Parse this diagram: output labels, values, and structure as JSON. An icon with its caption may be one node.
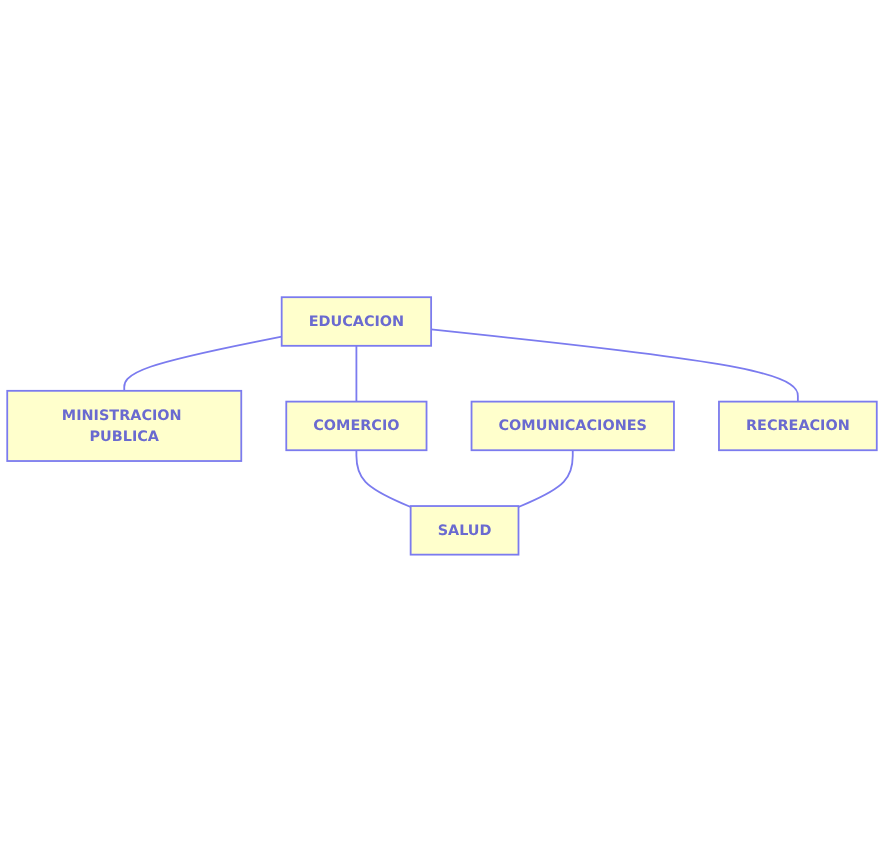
{
  "diagram": {
    "nodes": [
      {
        "text": [
          "EDUCACION"
        ]
      },
      {
        "text": [
          "MINISTRACION PUBLICA"
        ]
      },
      {
        "text": [
          "COMERCIO"
        ]
      },
      {
        "text": [
          "COMUNICACIONES"
        ]
      },
      {
        "text": [
          "RECREACION"
        ]
      },
      {
        "text": [
          "SALUD"
        ]
      }
    ],
    "edges": [
      {
        "from": 0,
        "to": 1,
        "arrow": "none"
      },
      {
        "from": 0,
        "to": 2,
        "arrow": "none"
      },
      {
        "from": 0,
        "to": 4,
        "arrow": "none"
      },
      {
        "from": 2,
        "to": 5,
        "arrow": "none"
      },
      {
        "from": 3,
        "to": 5,
        "arrow": "none"
      }
    ]
  }
}
